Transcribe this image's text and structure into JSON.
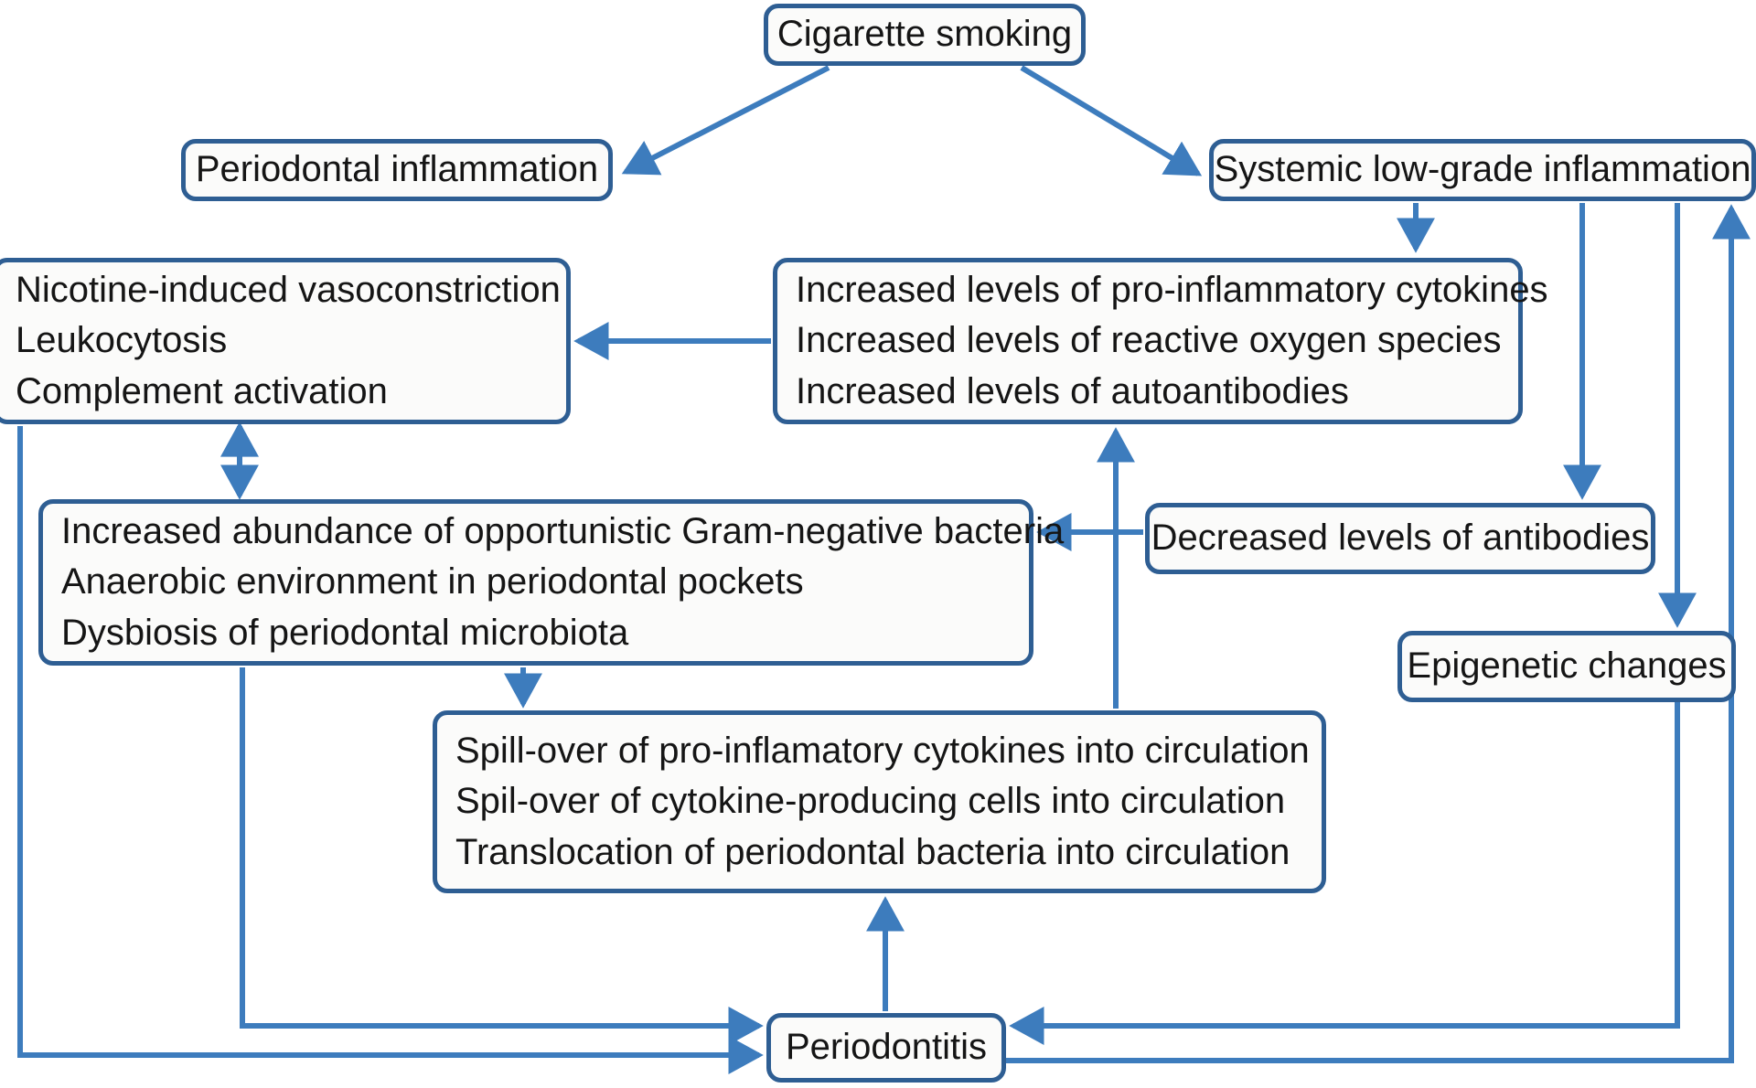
{
  "diagram": {
    "title": "Cigarette smoking and periodontitis pathway flowchart",
    "accent_color": "#2e5e93",
    "edge_color": "#3d7cbd",
    "box_fill": "#fbfbfa",
    "text_color": "#151515"
  },
  "nodes": {
    "cigarette": {
      "label": "Cigarette smoking"
    },
    "periodontal_inflammation": {
      "label": "Periodontal inflammation"
    },
    "systemic_inflammation": {
      "label": "Systemic low-grade inflammation"
    },
    "nicotine_box": {
      "lines": [
        "Nicotine-induced vasoconstriction",
        "Leukocytosis",
        "Complement activation"
      ]
    },
    "cytokines_box": {
      "lines": [
        "Increased levels of pro-inflammatory cytokines",
        "Increased levels of  reactive oxygen species",
        "Increased levels of  autoantibodies"
      ]
    },
    "bacteria_box": {
      "lines": [
        "Increased abundance of opportunistic Gram-negative bacteria",
        "Anaerobic environment in periodontal pockets",
        "Dysbiosis of periodontal microbiota"
      ]
    },
    "antibodies_box": {
      "label": "Decreased levels of antibodies"
    },
    "epigenetic_box": {
      "label": "Epigenetic changes"
    },
    "spillover_box": {
      "lines": [
        "Spill-over of pro-inflamatory cytokines into circulation",
        "Spil-over of cytokine-producing cells into circulation",
        "Translocation of periodontal bacteria into circulation"
      ]
    },
    "periodontitis": {
      "label": "Periodontitis"
    }
  },
  "edges": [
    {
      "id": "cigarette-to-periodontal-inflammation",
      "from": "cigarette",
      "to": "periodontal_inflammation",
      "style": "diagonal-arrow"
    },
    {
      "id": "cigarette-to-systemic",
      "from": "cigarette",
      "to": "systemic_inflammation",
      "style": "diagonal-arrow"
    },
    {
      "id": "systemic-to-cytokines",
      "from": "systemic_inflammation",
      "to": "cytokines_box",
      "style": "vertical-arrow"
    },
    {
      "id": "systemic-to-antibodies",
      "from": "systemic_inflammation",
      "to": "antibodies_box",
      "style": "vertical-arrow"
    },
    {
      "id": "systemic-to-epigenetic",
      "from": "systemic_inflammation",
      "to": "epigenetic_box",
      "style": "vertical-arrow"
    },
    {
      "id": "cytokines-to-nicotine",
      "from": "cytokines_box",
      "to": "nicotine_box",
      "style": "horizontal-arrow"
    },
    {
      "id": "nicotine-bacteria-bidirectional",
      "from": "nicotine_box",
      "to": "bacteria_box",
      "style": "double-headed-arrow"
    },
    {
      "id": "antibodies-to-bacteria",
      "from": "antibodies_box",
      "to": "bacteria_box",
      "style": "horizontal-arrow"
    },
    {
      "id": "bacteria-to-spillover",
      "from": "bacteria_box",
      "to": "spillover_box",
      "style": "vertical-arrow"
    },
    {
      "id": "spillover-to-cytokines",
      "from": "spillover_box",
      "to": "cytokines_box",
      "style": "vertical-arrow"
    },
    {
      "id": "periodontitis-to-spillover",
      "from": "periodontitis",
      "to": "spillover_box",
      "style": "vertical-arrow"
    },
    {
      "id": "bacteria-to-periodontitis",
      "from": "bacteria_box",
      "to": "periodontitis",
      "style": "elbow-arrow"
    },
    {
      "id": "nicotine-to-periodontitis",
      "from": "nicotine_box",
      "to": "periodontitis",
      "style": "elbow-arrow"
    },
    {
      "id": "epigenetic-to-periodontitis",
      "from": "epigenetic_box",
      "to": "periodontitis",
      "style": "elbow-arrow"
    },
    {
      "id": "periodontitis-to-systemic",
      "from": "periodontitis",
      "to": "systemic_inflammation",
      "style": "elbow-arrow"
    }
  ]
}
